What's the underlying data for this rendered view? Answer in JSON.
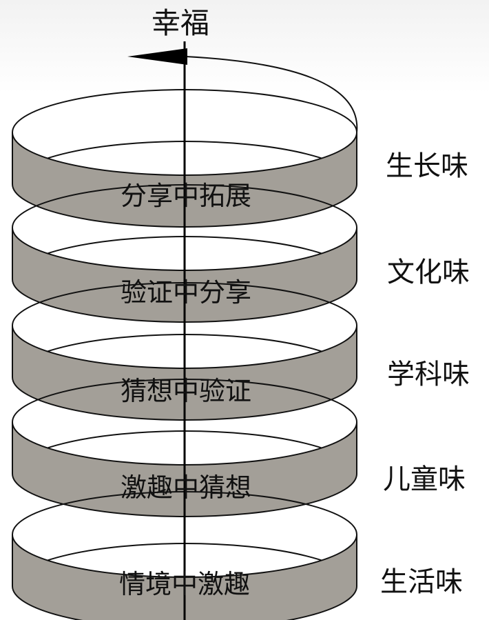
{
  "diagram": {
    "top_label": "幸福",
    "stages": [
      {
        "text": "分享中拓展",
        "flavor": "生长味"
      },
      {
        "text": "验证中分享",
        "flavor": "文化味"
      },
      {
        "text": "猜想中验证",
        "flavor": "学科味"
      },
      {
        "text": "激趣中猜想",
        "flavor": "儿童味"
      },
      {
        "text": "情境中激趣",
        "flavor": "生活味"
      }
    ],
    "colors": {
      "band_fill": "#a39f98",
      "outline": "#111111",
      "axis": "#000000",
      "background": "#ffffff"
    },
    "icons": {
      "direction_arrow": "arrow-left-icon"
    }
  }
}
